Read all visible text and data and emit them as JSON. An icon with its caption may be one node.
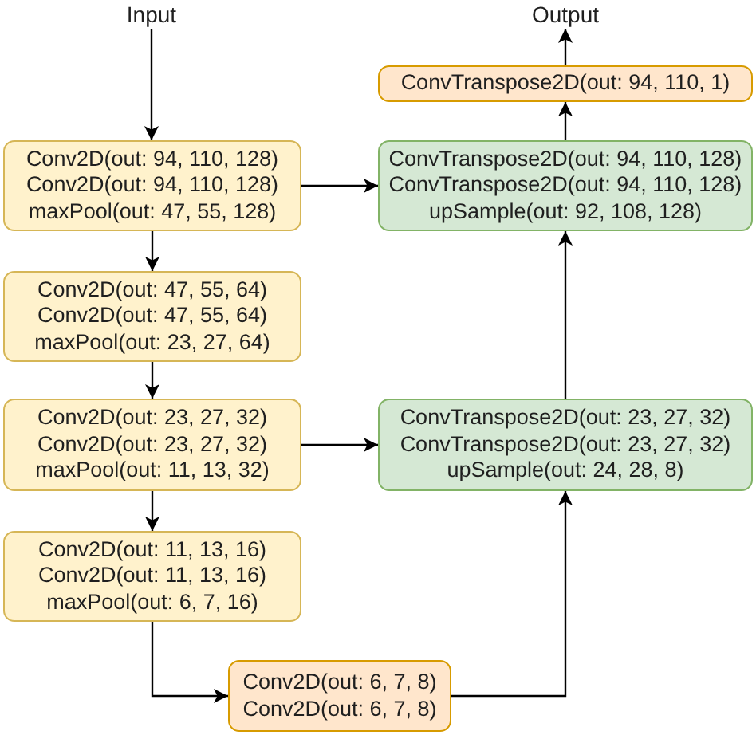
{
  "diagram": {
    "nodes": [
      {
        "text": [
          "Input"
        ]
      },
      {
        "text": [
          "Output"
        ]
      },
      {
        "text": [
          "ConvTranspose2D(out: 94, 110, 1)"
        ]
      },
      {
        "text": [
          "Conv2D(out: 94, 110, 128)",
          "Conv2D(out: 94, 110, 128)",
          "maxPool(out: 47, 55, 128)"
        ]
      },
      {
        "text": [
          "ConvTranspose2D(out: 94, 110, 128)",
          "ConvTranspose2D(out: 94, 110, 128)",
          "upSample(out: 92, 108, 128)"
        ]
      },
      {
        "text": [
          "Conv2D(out: 47, 55, 64)",
          "Conv2D(out: 47, 55, 64)",
          "maxPool(out: 23, 27, 64)"
        ]
      },
      {
        "text": [
          "Conv2D(out: 23, 27, 32)",
          "Conv2D(out: 23, 27, 32)",
          "maxPool(out: 11, 13, 32)"
        ]
      },
      {
        "text": [
          "ConvTranspose2D(out: 23, 27, 32)",
          "ConvTranspose2D(out: 23, 27, 32)",
          "upSample(out: 24, 28, 8)"
        ]
      },
      {
        "text": [
          "Conv2D(out: 11, 13, 16)",
          "Conv2D(out: 11, 13, 16)",
          "maxPool(out: 6, 7, 16)"
        ]
      },
      {
        "text": [
          "Conv2D(out: 6, 7, 8)",
          "Conv2D(out: 6, 7, 8)"
        ]
      }
    ],
    "edges": [
      {
        "from": 0,
        "to": 3,
        "arrow": "to"
      },
      {
        "from": 3,
        "to": 5,
        "arrow": "to"
      },
      {
        "from": 5,
        "to": 6,
        "arrow": "to"
      },
      {
        "from": 6,
        "to": 8,
        "arrow": "to"
      },
      {
        "from": 8,
        "to": 9,
        "arrow": "to"
      },
      {
        "from": 9,
        "to": 7,
        "arrow": "to"
      },
      {
        "from": 7,
        "to": 4,
        "arrow": "to"
      },
      {
        "from": 4,
        "to": 2,
        "arrow": "to"
      },
      {
        "from": 2,
        "to": 1,
        "arrow": "to"
      },
      {
        "from": 3,
        "to": 4,
        "arrow": "to"
      },
      {
        "from": 6,
        "to": 7,
        "arrow": "to"
      }
    ]
  }
}
